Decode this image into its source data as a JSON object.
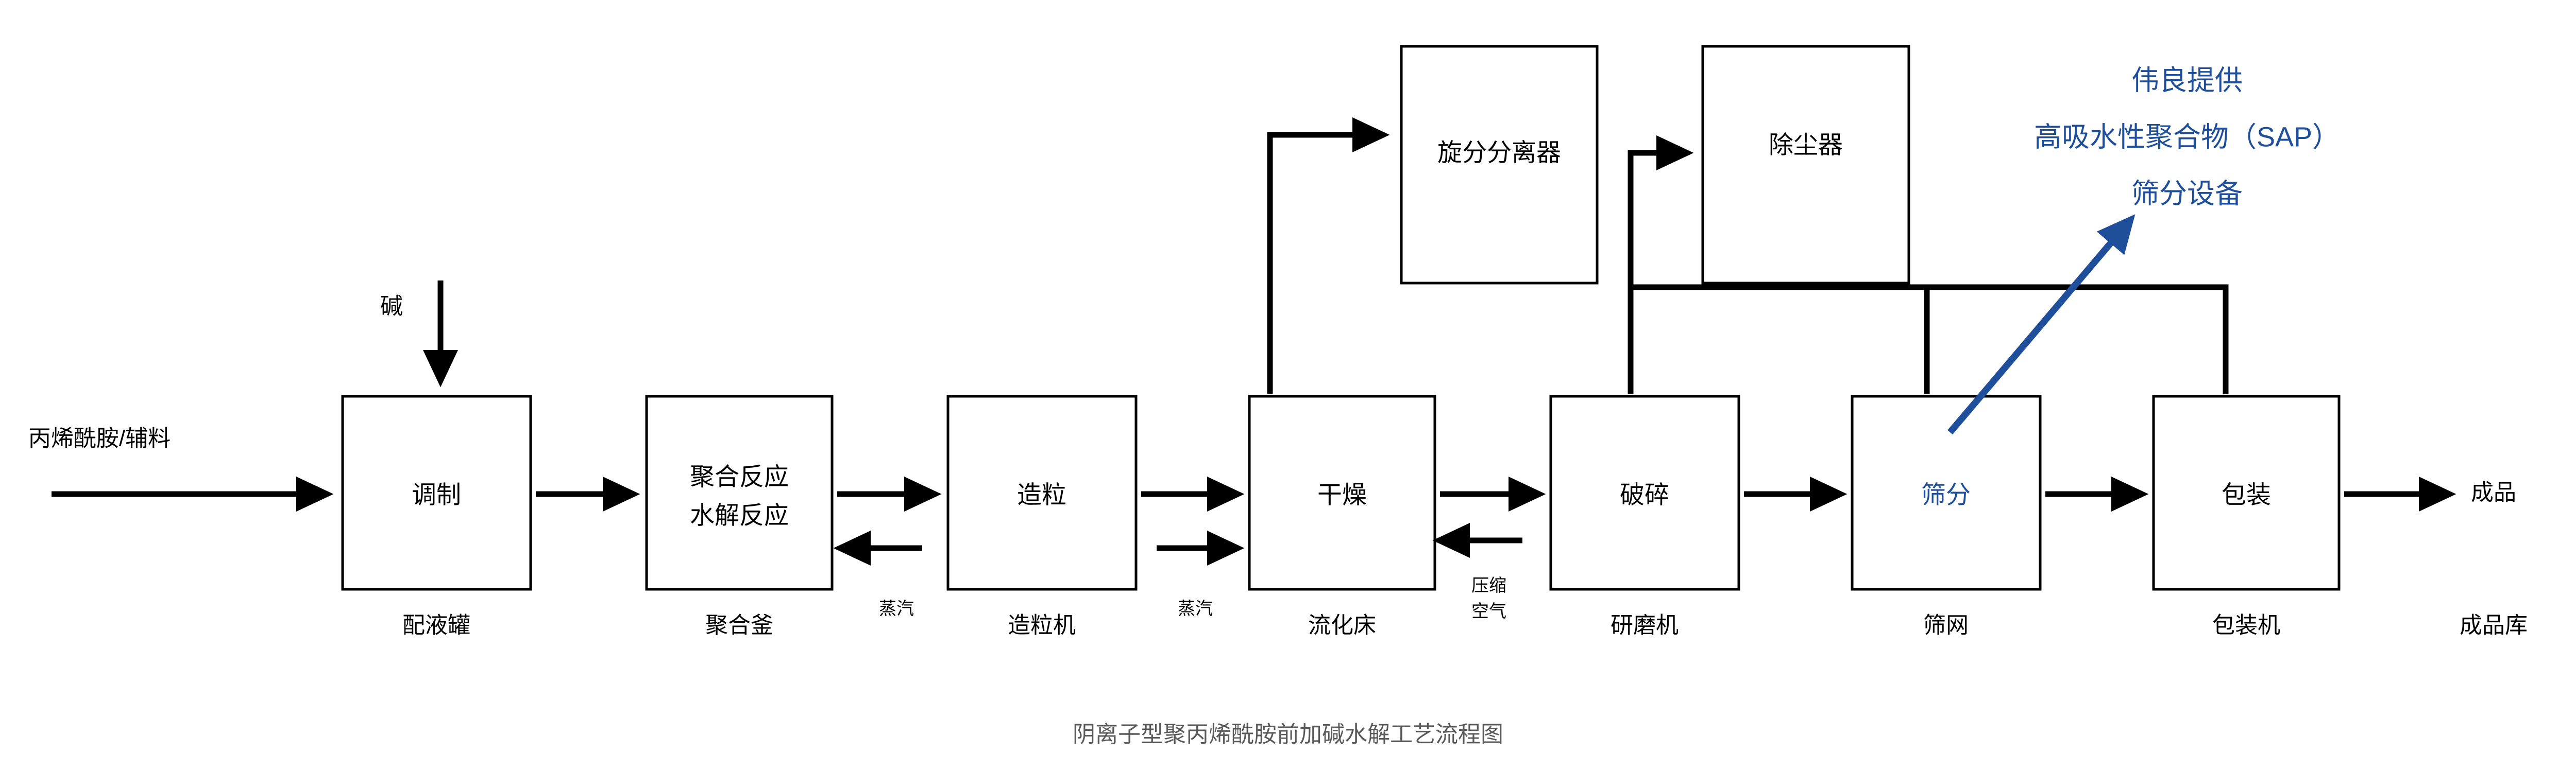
{
  "diagram": {
    "title": "阴离子型聚丙烯酰胺前加碱水解工艺流程图",
    "accent_color": "#1F4E9B",
    "line_color": "#000000",
    "title_color": "#595959",
    "background": "#ffffff"
  },
  "annotation": {
    "line1": "伟良提供",
    "line2": "高吸水性聚合物（SAP）",
    "line3": "筛分设备"
  },
  "inputs": {
    "feed": "丙烯酰胺/辅料",
    "alkali": "碱",
    "steam_1": "蒸汽",
    "steam_2": "蒸汽",
    "compressed_air_1": "压缩",
    "compressed_air_2": "空气"
  },
  "outputs": {
    "product": "成品"
  },
  "process_boxes": [
    {
      "id": "prepare",
      "label": "调制",
      "caption": "配液罐",
      "highlight": false
    },
    {
      "id": "polymerize",
      "label_1": "聚合反应",
      "label_2": "水解反应",
      "caption": "聚合釜",
      "highlight": false
    },
    {
      "id": "granulate",
      "label": "造粒",
      "caption": "造粒机",
      "highlight": false
    },
    {
      "id": "dry",
      "label": "干燥",
      "caption": "流化床",
      "highlight": false
    },
    {
      "id": "crush",
      "label": "破碎",
      "caption": "研磨机",
      "highlight": false
    },
    {
      "id": "screen",
      "label": "筛分",
      "caption": "筛网",
      "highlight": true
    },
    {
      "id": "package",
      "label": "包装",
      "caption": "包装机",
      "highlight": false
    }
  ],
  "auxiliary_boxes": [
    {
      "id": "cyclone",
      "label": "旋分分离器"
    },
    {
      "id": "dust_collector",
      "label": "除尘器"
    }
  ],
  "storage": {
    "label": "成品库"
  }
}
